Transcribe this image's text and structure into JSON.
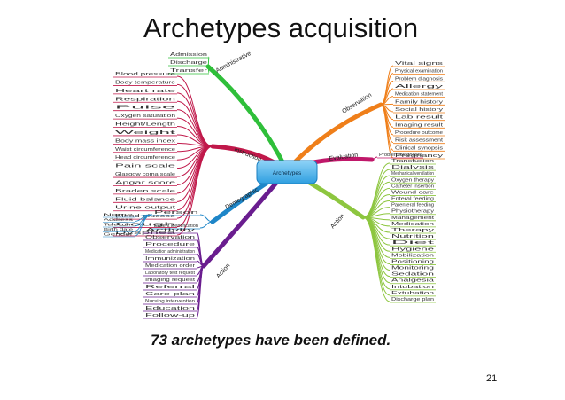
{
  "slide": {
    "title": "Archetypes acquisition",
    "caption": "73 archetypes have been defined.",
    "page_number": "21"
  },
  "mindmap": {
    "central_topic": "Archetypes",
    "branches": [
      {
        "label": "Administrative",
        "color": "#2fbf3a",
        "leaves": [
          "Admission",
          "Discharge",
          "Transfer"
        ]
      },
      {
        "label": "Instruction",
        "color": "#c0184a",
        "leaves": [
          "Blood pressure",
          "Body temperature",
          "Heart rate",
          "Respiration",
          "Pulse",
          "Oxygen saturation",
          "Height/Length",
          "Weight",
          "Body mass index",
          "Waist circumference",
          "Head circumference",
          "Pain scale",
          "Glasgow coma scale",
          "Apgar score",
          "Braden scale",
          "Fluid balance",
          "Urine output",
          "Blood glucose",
          "Cough",
          "Dyspnea"
        ]
      },
      {
        "label": "Demographic",
        "color": "#1e86c8",
        "leaves": [
          "Person",
          "Patient identification"
        ],
        "subleaves": [
          "Name",
          "Address",
          "Telecom",
          "Birth date",
          "Gender"
        ]
      },
      {
        "label": "Action",
        "color": "#6a1d8f",
        "leaves": [
          "Activity",
          "Observation",
          "Procedure",
          "Medication administration",
          "Immunization",
          "Medication order",
          "Laboratory test request",
          "Imaging request",
          "Referral",
          "Care plan",
          "Nursing intervention",
          "Education",
          "Follow-up"
        ]
      },
      {
        "label": "Observation",
        "color": "#ef7f1a",
        "leaves": [
          "Vital signs",
          "Physical examination",
          "Problem diagnosis",
          "Allergy",
          "Medication statement",
          "Family history",
          "Social history",
          "Lab result",
          "Imaging result",
          "Procedure outcome",
          "Risk assessment",
          "Clinical synopsis",
          "Pregnancy"
        ]
      },
      {
        "label": "Evaluation",
        "color": "#c0186a",
        "leaves": [
          "Problem diagnosis"
        ]
      },
      {
        "label": "Action",
        "color": "#8dc63f",
        "leaves": [
          "Transfusion",
          "Dialysis",
          "Mechanical ventilation",
          "Oxygen therapy",
          "Catheter insertion",
          "Wound care",
          "Enteral feeding",
          "Parenteral feeding",
          "Physiotherapy",
          "Management",
          "Medication",
          "Therapy",
          "Nutrition",
          "Diet",
          "Hygiene",
          "Mobilization",
          "Positioning",
          "Monitoring",
          "Sedation",
          "Analgesia",
          "Intubation",
          "Extubation",
          "Discharge plan"
        ]
      }
    ]
  }
}
